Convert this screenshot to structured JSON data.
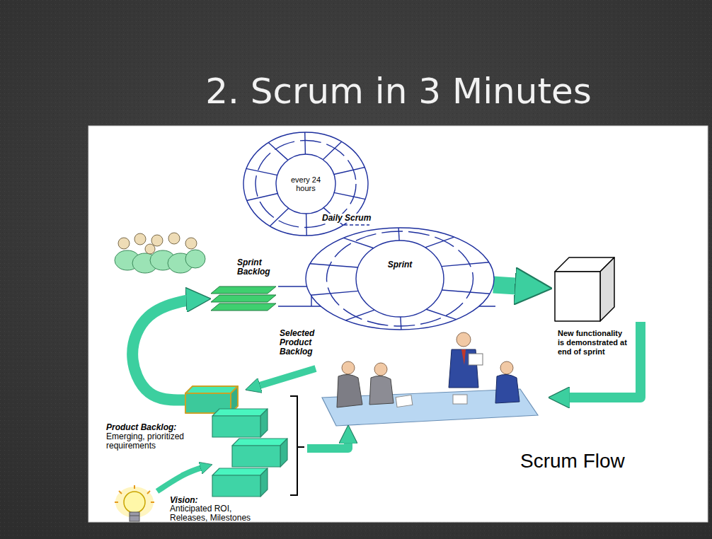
{
  "diagram": {
    "title": "2. Scrum in 3 Minutes",
    "nodes": [
      {
        "text": [
          "every 24 hours"
        ]
      },
      {
        "text": [
          "Sprint"
        ]
      },
      {
        "text": [
          "Sprint Backlog"
        ]
      },
      {
        "text": [
          "New functionality is demonstrated at end of sprint"
        ]
      },
      {
        "text": [
          "Selected Product Backlog"
        ]
      },
      {
        "text": [
          "Product Backlog:",
          "Emerging, prioritized requirements"
        ]
      },
      {
        "text": [
          "Vision:",
          "Anticipated ROI, Releases, Milestones"
        ]
      }
    ],
    "edges": [
      {
        "from": 4,
        "to": 2,
        "arrow": "to"
      },
      {
        "from": 1,
        "to": 3,
        "arrow": "to"
      },
      {
        "from": 6,
        "to": 5,
        "arrow": "to"
      }
    ],
    "labels": [
      "Daily Scrum",
      "Scrum Flow"
    ]
  }
}
